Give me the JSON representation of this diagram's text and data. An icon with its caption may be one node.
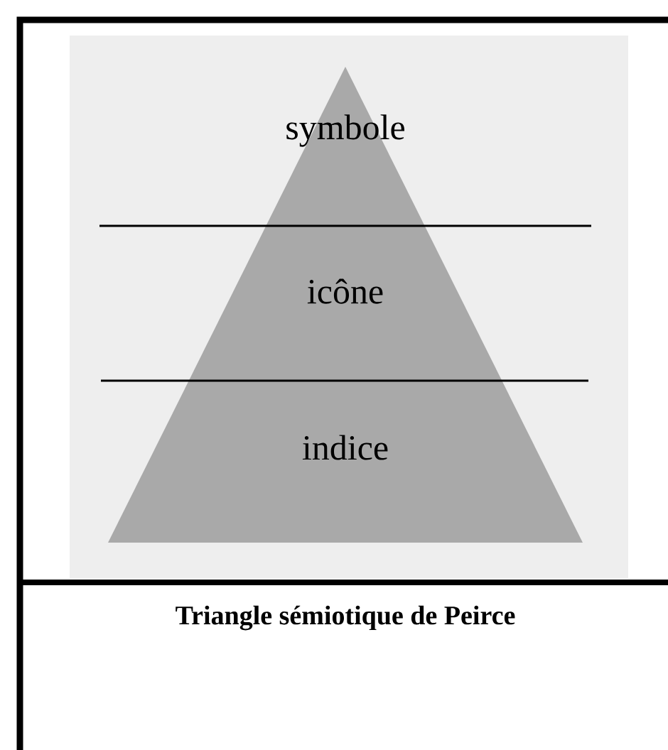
{
  "diagram": {
    "caption": "Triangle sémiotique de Peirce",
    "nodes": [
      {
        "text": [
          "symbole"
        ]
      },
      {
        "text": [
          "icône"
        ]
      },
      {
        "text": [
          "indice"
        ]
      }
    ]
  }
}
